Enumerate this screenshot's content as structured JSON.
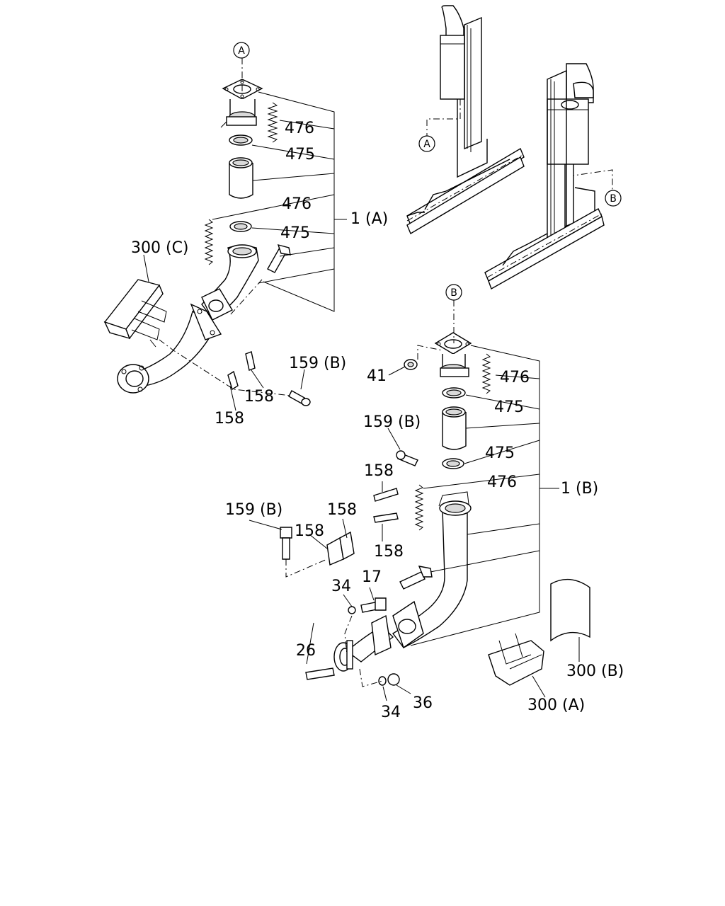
{
  "diagram": {
    "callouts": {
      "ref_a_top": "A",
      "ref_a_frame": "A",
      "ref_b_top": "B",
      "ref_b_frame": "B"
    },
    "labels": {
      "p476_a1": "476",
      "p475_a1": "475",
      "p476_a2": "476",
      "p475_a2": "475",
      "assy_1a": "1 (A)",
      "p300c": "300 (C)",
      "p159b_a": "159 (B)",
      "p158_a1": "158",
      "p158_a2": "158",
      "p41": "41",
      "p476_b1": "476",
      "p475_b1": "475",
      "p159b_b1": "159 (B)",
      "p475_b2": "475",
      "p158_b1": "158",
      "p476_b2": "476",
      "assy_1b": "1 (B)",
      "p158_b2": "158",
      "p159b_b2": "159 (B)",
      "p158_b3": "158",
      "p158_b4": "158",
      "p17": "17",
      "p34_a": "34",
      "p26": "26",
      "p34_b": "34",
      "p36": "36",
      "p300b": "300 (B)",
      "p300a": "300 (A)"
    }
  }
}
